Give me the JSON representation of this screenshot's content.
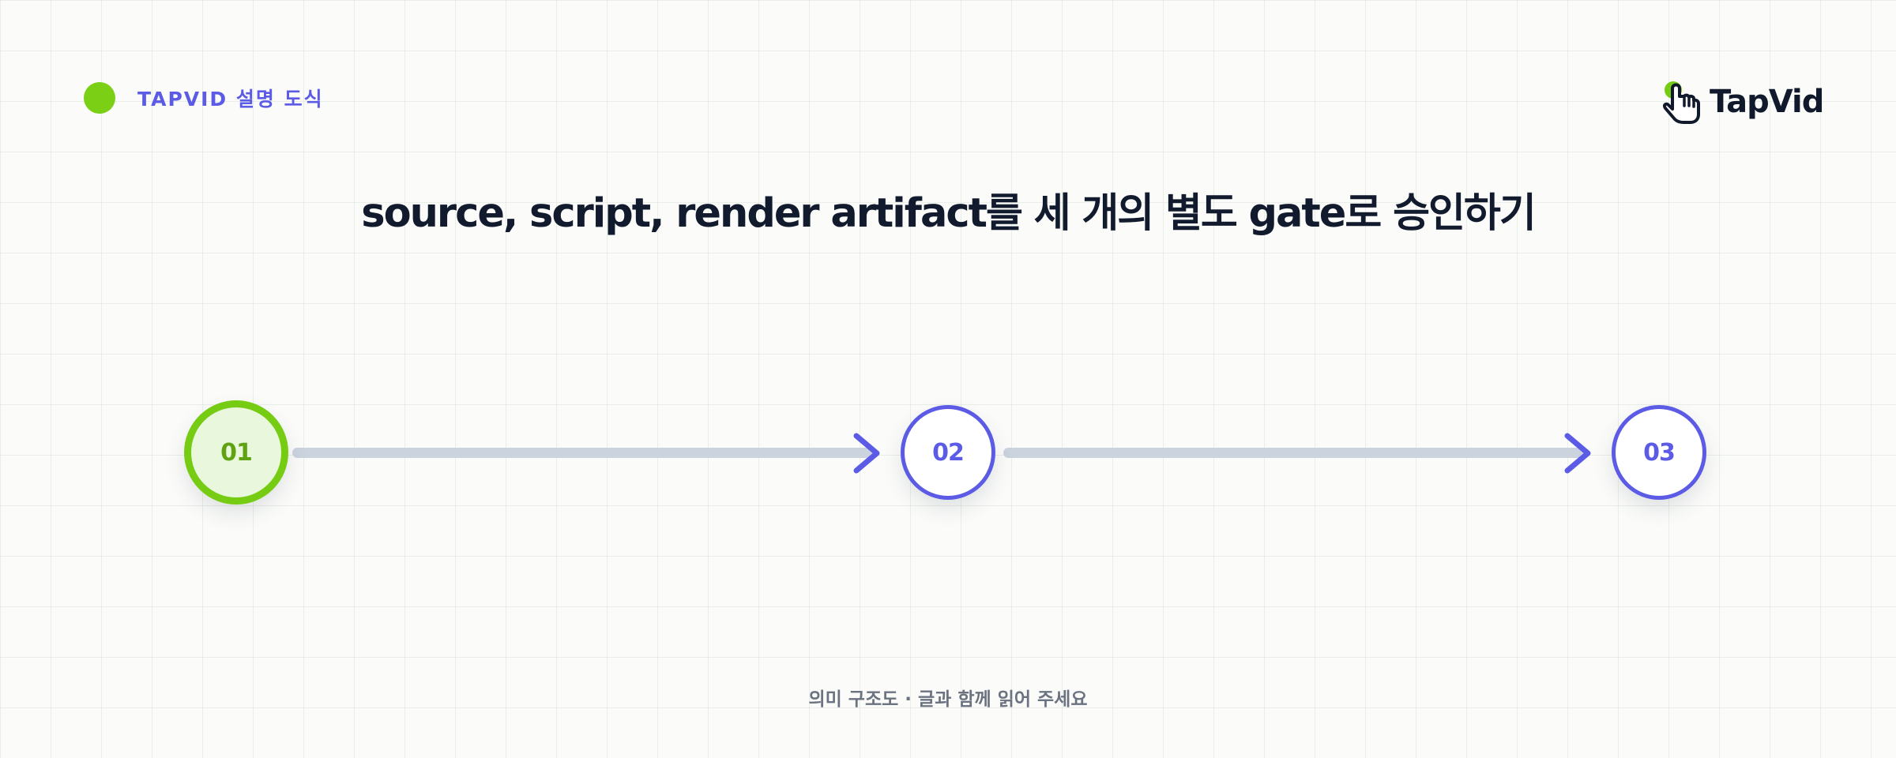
{
  "header": {
    "badge_label": "TAPVID 설명 도식"
  },
  "logo": {
    "text": "TapVid",
    "icon": "pointer-hand-icon"
  },
  "title": "source, script, render artifact를 세 개의 별도 gate로 승인하기",
  "diagram": {
    "steps": [
      {
        "label": "01",
        "state": "active"
      },
      {
        "label": "02",
        "state": "pending"
      },
      {
        "label": "03",
        "state": "pending"
      }
    ]
  },
  "caption": "의미 구조도 · 글과 함께 읽어 주세요",
  "colors": {
    "accent_green": "#76cc12",
    "accent_purple": "#5b5be6",
    "connector": "#cbd3df",
    "title_text": "#121a2e",
    "caption_text": "#6b7280"
  }
}
